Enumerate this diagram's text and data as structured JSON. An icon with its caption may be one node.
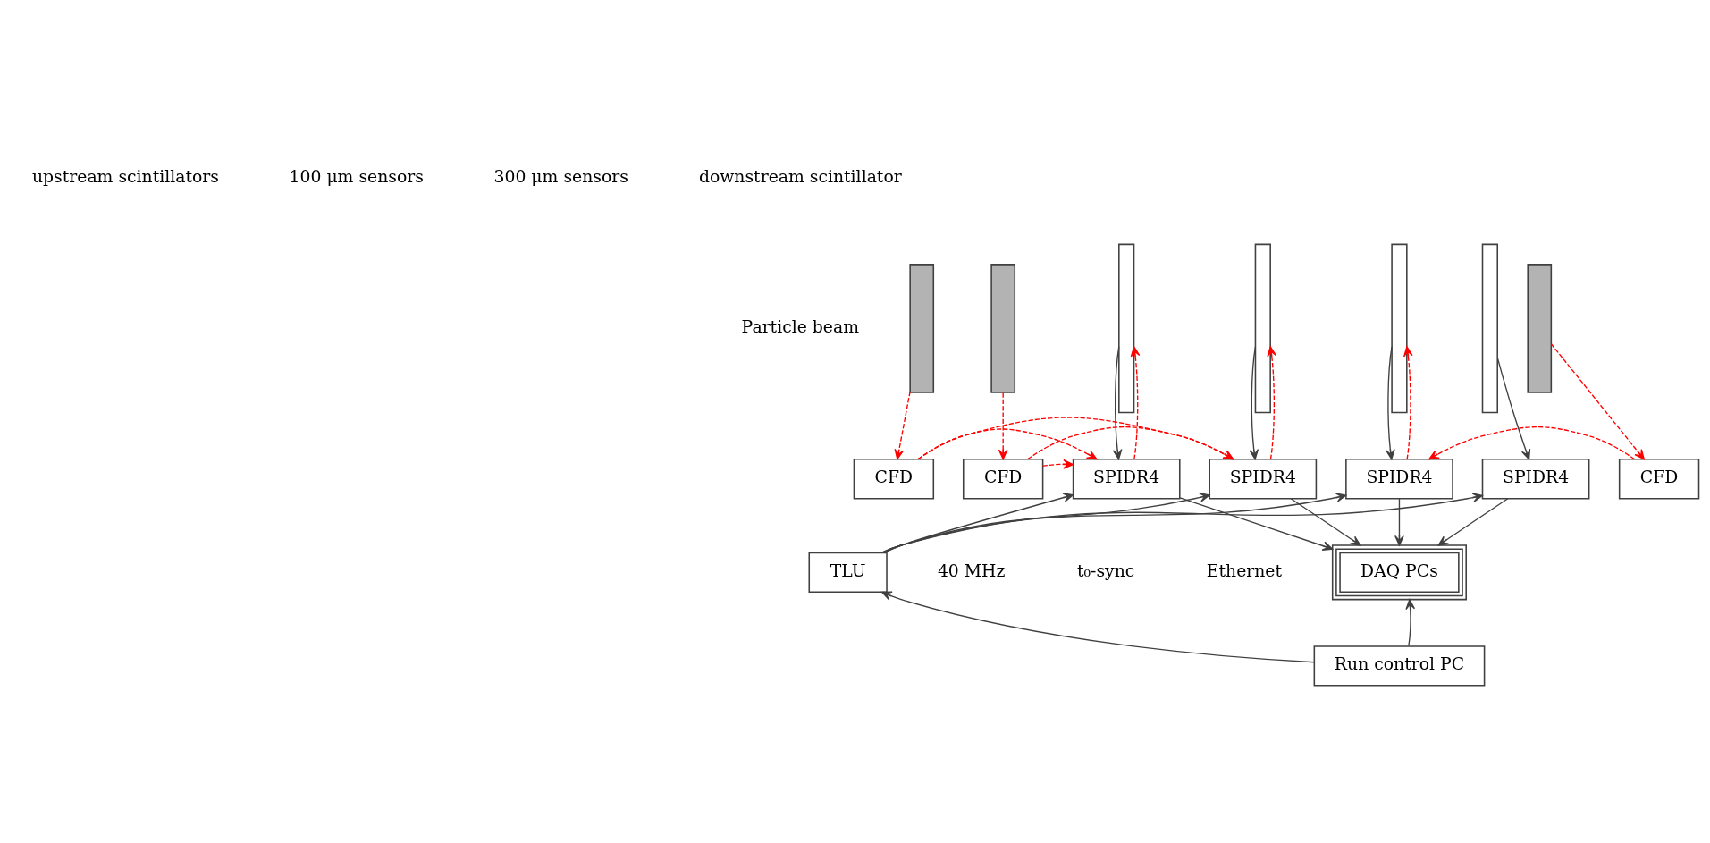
{
  "diagram": {
    "nodes": [
      {
        "text": [],
        "shape": "bar"
      },
      {
        "text": [],
        "shape": "bar"
      },
      {
        "text": [],
        "shape": "bar"
      },
      {
        "text": [],
        "shape": "bar"
      },
      {
        "text": [],
        "shape": "bar"
      },
      {
        "text": [],
        "shape": "bar"
      },
      {
        "text": [],
        "shape": "bar"
      },
      {
        "text": [
          "CFD"
        ]
      },
      {
        "text": [
          "CFD"
        ]
      },
      {
        "text": [
          "SPIDR4"
        ]
      },
      {
        "text": [
          "SPIDR4"
        ]
      },
      {
        "text": [
          "SPIDR4"
        ]
      },
      {
        "text": [
          "SPIDR4"
        ]
      },
      {
        "text": [
          "CFD"
        ]
      },
      {
        "text": [
          "TLU"
        ]
      },
      {
        "text": [
          "DAQ PCs"
        ]
      },
      {
        "text": [
          "Run control PC"
        ]
      }
    ],
    "edges": [
      {
        "from": 0,
        "to": 7,
        "arrow": "to",
        "style": "dashed",
        "color": "#ff0000"
      },
      {
        "from": 1,
        "to": 8,
        "arrow": "to",
        "style": "dashed",
        "color": "#ff0000"
      },
      {
        "from": 9,
        "to": 2,
        "arrow": "to",
        "style": "dashed",
        "color": "#ff0000"
      },
      {
        "from": 2,
        "to": 9,
        "arrow": "to"
      },
      {
        "from": 10,
        "to": 3,
        "arrow": "to",
        "style": "dashed",
        "color": "#ff0000"
      },
      {
        "from": 3,
        "to": 10,
        "arrow": "to"
      },
      {
        "from": 11,
        "to": 4,
        "arrow": "to",
        "style": "dashed",
        "color": "#ff0000"
      },
      {
        "from": 4,
        "to": 11,
        "arrow": "to"
      },
      {
        "from": 5,
        "to": 12,
        "arrow": "to"
      },
      {
        "from": 6,
        "to": 13,
        "arrow": "to",
        "style": "dashed",
        "color": "#ff0000"
      },
      {
        "from": 7,
        "to": 9,
        "arrow": "to",
        "style": "dashed",
        "color": "#ff0000"
      },
      {
        "from": 7,
        "to": 10,
        "arrow": "to",
        "style": "dashed",
        "color": "#ff0000"
      },
      {
        "from": 8,
        "to": 9,
        "arrow": "to",
        "style": "dashed",
        "color": "#ff0000"
      },
      {
        "from": 8,
        "to": 10,
        "arrow": "to",
        "style": "dashed",
        "color": "#ff0000"
      },
      {
        "from": 13,
        "to": 11,
        "arrow": "to",
        "style": "dashed",
        "color": "#ff0000"
      },
      {
        "from": 14,
        "to": 9,
        "arrow": "to"
      },
      {
        "from": 14,
        "to": 10,
        "arrow": "to"
      },
      {
        "from": 14,
        "to": 11,
        "arrow": "to"
      },
      {
        "from": 14,
        "to": 12,
        "arrow": "to"
      },
      {
        "from": 9,
        "to": 15,
        "arrow": "to"
      },
      {
        "from": 10,
        "to": 15,
        "arrow": "to"
      },
      {
        "from": 11,
        "to": 15,
        "arrow": "to"
      },
      {
        "from": 12,
        "to": 15,
        "arrow": "to"
      },
      {
        "from": 16,
        "to": 14,
        "arrow": "to"
      },
      {
        "from": 16,
        "to": 15,
        "arrow": "to"
      }
    ],
    "labels": [
      "upstream scintillators",
      "100 μm sensors",
      "300 μm sensors",
      "downstream scintillator",
      "Particle beam",
      "40 MHz",
      "t₀-sync",
      "Ethernet"
    ]
  }
}
